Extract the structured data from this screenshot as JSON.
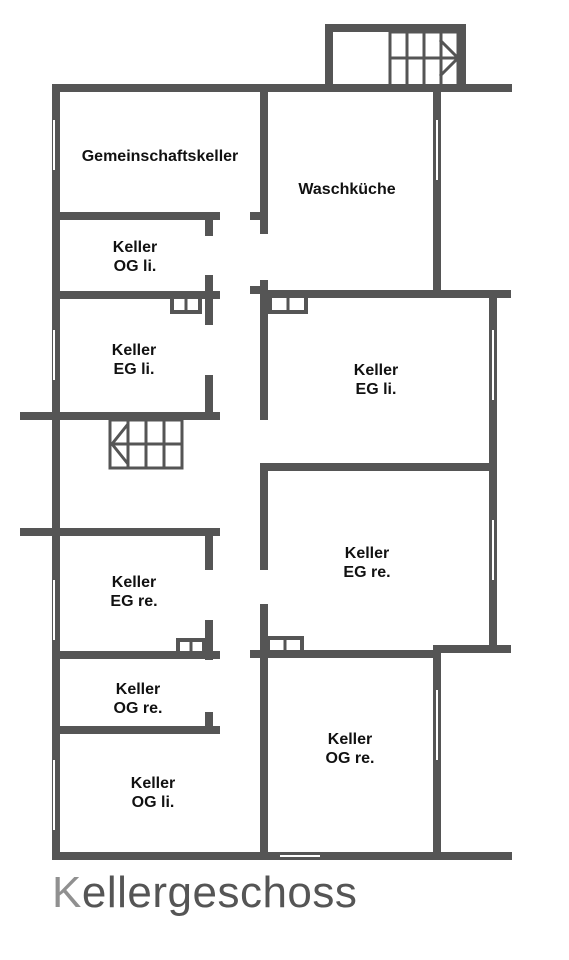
{
  "title": {
    "first_letter": "K",
    "rest": "ellergeschoss"
  },
  "colors": {
    "wall": "#555555",
    "window": "#ffffff",
    "title_first": "#909090",
    "title_rest": "#555555"
  },
  "rooms": [
    {
      "id": "gemeinschaftskeller",
      "lines": [
        "Gemeinschaftskeller"
      ]
    },
    {
      "id": "waschkueche",
      "lines": [
        "Waschküche"
      ]
    },
    {
      "id": "keller-og-li-top",
      "lines": [
        "Keller",
        "OG li."
      ]
    },
    {
      "id": "keller-eg-li-left",
      "lines": [
        "Keller",
        "EG li."
      ]
    },
    {
      "id": "keller-eg-li-right",
      "lines": [
        "Keller",
        "EG li."
      ]
    },
    {
      "id": "keller-eg-re-right",
      "lines": [
        "Keller",
        "EG re."
      ]
    },
    {
      "id": "keller-eg-re-left",
      "lines": [
        "Keller",
        "EG re."
      ]
    },
    {
      "id": "keller-og-re-left",
      "lines": [
        "Keller",
        "OG re."
      ]
    },
    {
      "id": "keller-og-re-right",
      "lines": [
        "Keller",
        "OG re."
      ]
    },
    {
      "id": "keller-og-li-bottom",
      "lines": [
        "Keller",
        "OG li."
      ]
    }
  ]
}
